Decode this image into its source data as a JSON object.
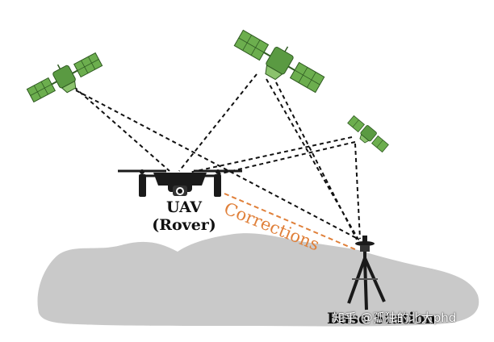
{
  "labels": {
    "uav_line1": "UAV",
    "uav_line2": "(Rover)",
    "corrections": "Corrections",
    "base_station": "Base Station"
  },
  "watermark": "知乎 @孤独的北大phd",
  "colors": {
    "satellite_body": "#5a9a42",
    "satellite_panel": "#6cae4e",
    "corrections": "#e0803a",
    "ground": "#c9c9c9",
    "links": "#111111"
  },
  "icons": {
    "satellite": "satellite-icon",
    "drone": "drone-icon",
    "base_station": "gnss-tripod-icon"
  }
}
